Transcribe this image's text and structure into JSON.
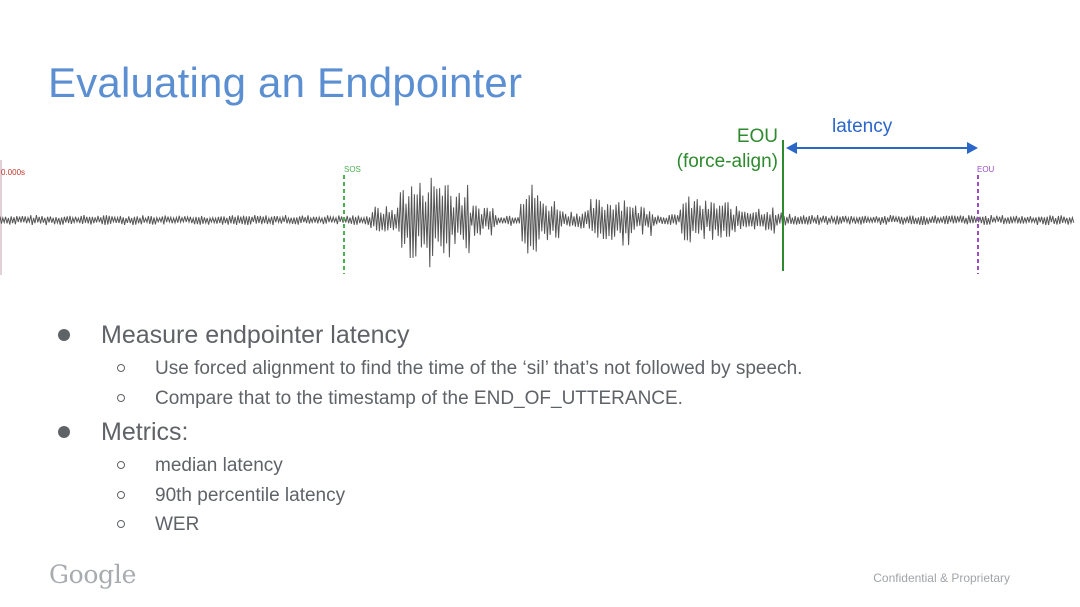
{
  "slide": {
    "title": "Evaluating an Endpointer",
    "figure": {
      "start_marker": "0.000s",
      "sos_marker": "SOS",
      "eou_marker": "EOU",
      "eou_force_align_label_line1": "EOU",
      "eou_force_align_label_line2": "(force-align)",
      "latency_label": "latency"
    },
    "bullets": [
      {
        "text": "Measure endpointer latency",
        "sub": [
          "Use forced alignment to find the time of the ‘sil’ that’s not followed by speech.",
          "Compare that to the timestamp of the END_OF_UTTERANCE."
        ]
      },
      {
        "text": "Metrics:",
        "sub": [
          "median latency",
          "90th percentile latency",
          "WER"
        ]
      }
    ],
    "logo": "Google",
    "footer": "Confidential & Proprietary"
  },
  "colors": {
    "title": "#5b8fd1",
    "eou_force_align": "#2f8a2f",
    "latency": "#2b66c9",
    "sos": "#4caf50",
    "eou_marker": "#9c4fc1",
    "start_marker": "#c0392b",
    "waveform": "#555555"
  }
}
